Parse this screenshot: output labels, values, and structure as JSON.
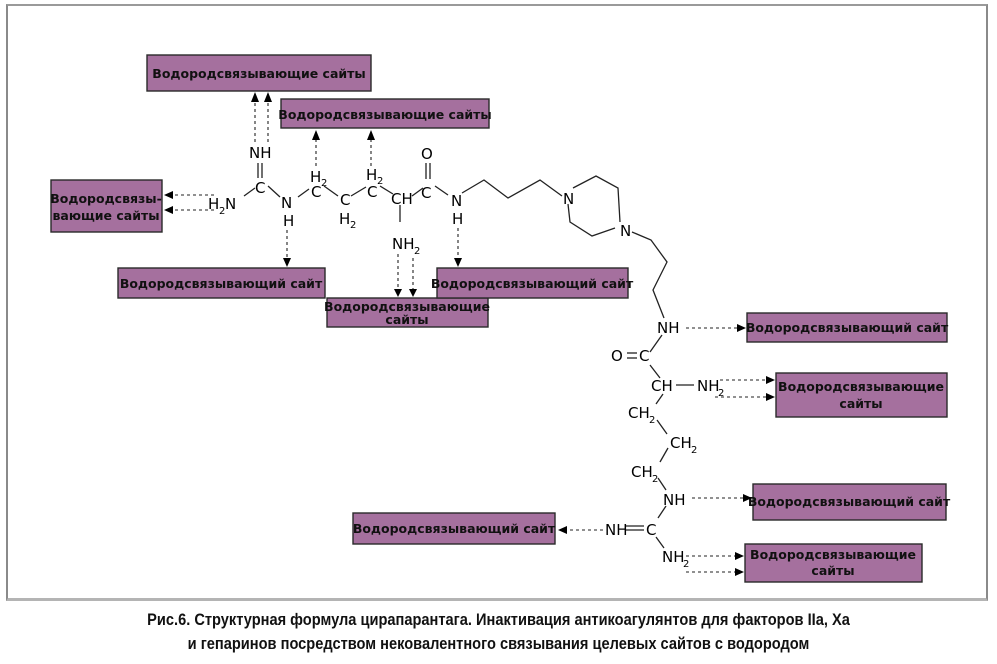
{
  "figure": {
    "caption_line1": "Рис.6. Структурная формула цирапарантага. Инактивация антикоагулянтов для факторов IIa,  Xa",
    "caption_line2": "и гепаринов посредством нековалентного связывания целевых сайтов с водородом",
    "colors": {
      "box_fill": "#a5709e",
      "box_border": "#2a2a2a",
      "frame_border": "#8a8a8a"
    }
  },
  "boxes": [
    {
      "id": "top-left",
      "lines": [
        "Водородсвязывающие сайты"
      ]
    },
    {
      "id": "top-mid",
      "lines": [
        "Водородсвязывающие сайты"
      ]
    },
    {
      "id": "left",
      "lines": [
        "Водородсвязы-",
        "вающие сайты"
      ]
    },
    {
      "id": "bottom-left",
      "lines": [
        "Водородсвязывающий сайт"
      ]
    },
    {
      "id": "bottom-mid",
      "lines": [
        "Водородсвязывающие",
        "сайты"
      ]
    },
    {
      "id": "bottom-right",
      "lines": [
        "Водородсвязывающий сайт"
      ]
    },
    {
      "id": "right-1",
      "lines": [
        "Водородсвязывающий сайт"
      ]
    },
    {
      "id": "right-2",
      "lines": [
        "Водородсвязывающие",
        "сайты"
      ]
    },
    {
      "id": "right-3",
      "lines": [
        "Водородсвязывающий сайт"
      ]
    },
    {
      "id": "lower-left",
      "lines": [
        "Водородсвязывающий сайт"
      ]
    },
    {
      "id": "right-4",
      "lines": [
        "Водородсвязывающие",
        "сайты"
      ]
    }
  ],
  "atoms": {
    "NH": "NH",
    "N": "N",
    "H": "H",
    "C": "C",
    "CH": "CH",
    "O": "O",
    "NH2_main": "NH",
    "H2": "H",
    "CH2": "CH",
    "two": "2",
    "NH_eq": "NH"
  }
}
